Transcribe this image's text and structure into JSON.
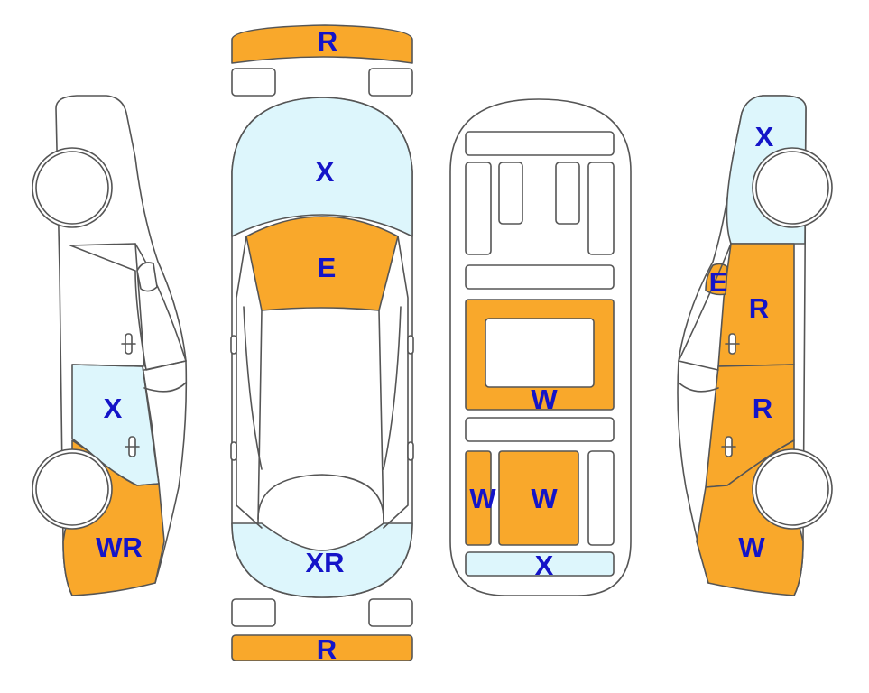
{
  "colors": {
    "outline": "#555555",
    "body_fill": "#ffffff",
    "zone_orange": "#f9a82b",
    "zone_blue": "#ddf6fc",
    "label_text": "#1414c8"
  },
  "labels": {
    "front_bumper": "R",
    "hood": "X",
    "windshield": "E",
    "trunk": "XR",
    "rear_bumper": "R",
    "left_side_rear_door": "X",
    "left_side_rear_quarter": "WR",
    "right_side_front_fender": "X",
    "right_side_window": "E",
    "right_side_front_door": "R",
    "right_side_rear_door": "R",
    "right_side_rear_quarter": "W",
    "underbody_mid": "W",
    "underbody_rear_left": "W",
    "underbody_rear_center": "W",
    "underbody_rear_panel": "X"
  }
}
